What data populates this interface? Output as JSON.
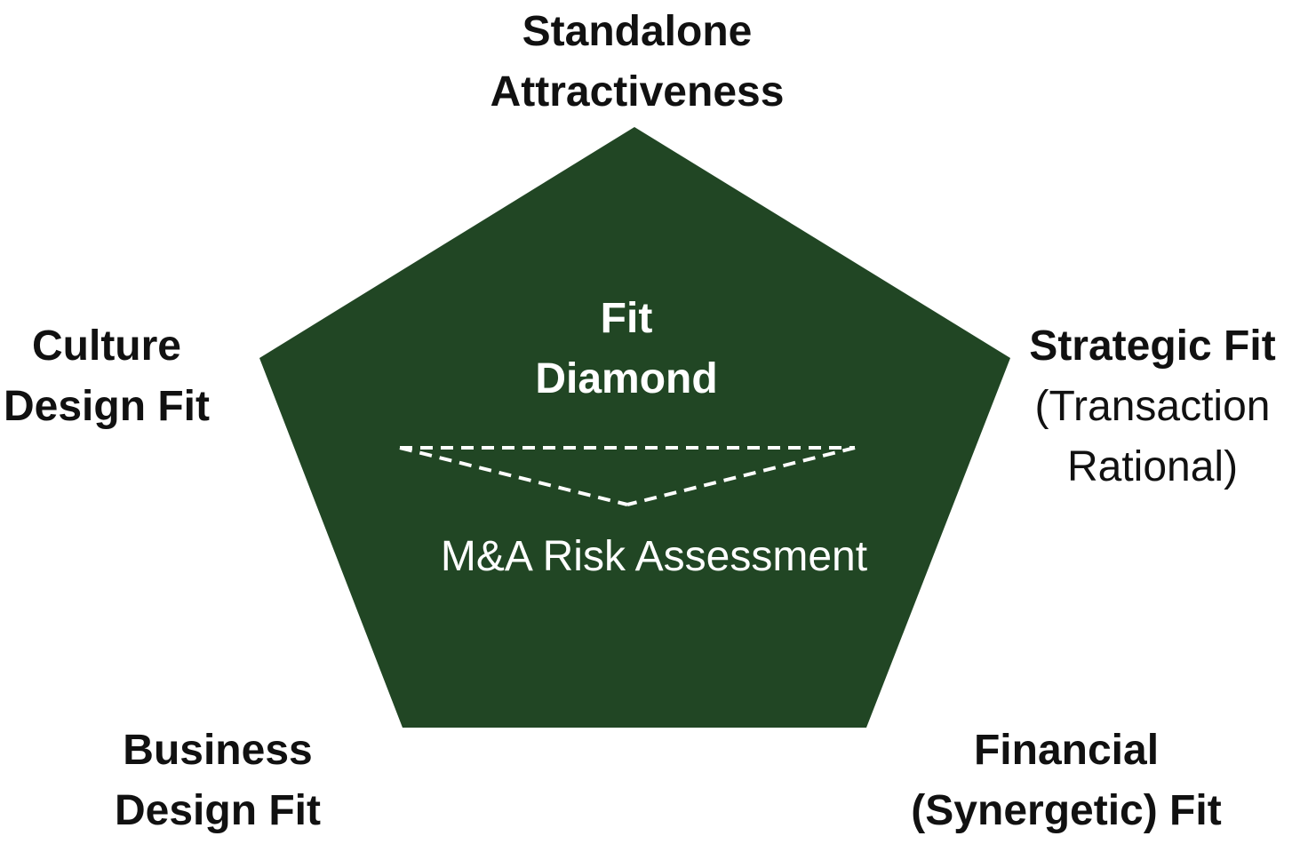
{
  "pentagon": {
    "fill_color": "#214624",
    "dash_color": "#ffffff"
  },
  "center": {
    "title_line1": "Fit",
    "title_line2": "Diamond",
    "subtitle": "M&A Risk Assessment"
  },
  "labels": {
    "top": {
      "line1": "Standalone",
      "line2": "Attractiveness"
    },
    "left": {
      "line1": "Culture",
      "line2": "Design Fit"
    },
    "right": {
      "line1": "Strategic Fit",
      "line2": "(Transaction",
      "line3": "Rational)"
    },
    "bottom_left": {
      "line1": "Business",
      "line2": "Design Fit"
    },
    "bottom_right": {
      "line1": "Financial",
      "line2": "(Synergetic) Fit"
    }
  }
}
